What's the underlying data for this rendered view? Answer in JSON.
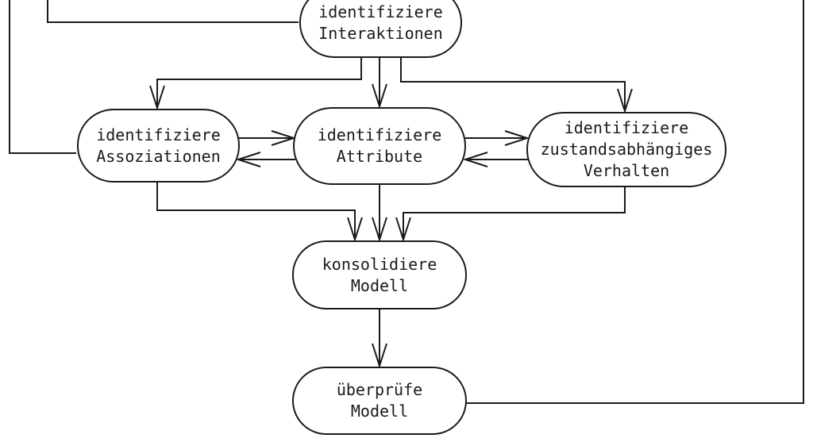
{
  "diagram": {
    "type": "flowchart",
    "language": "de",
    "background_color": "#ffffff",
    "stroke_color": "#1a1a1a",
    "nodes": [
      {
        "id": "identifiziere-interaktionen",
        "label": "identifiziere\nInteraktionen"
      },
      {
        "id": "identifiziere-assoziationen",
        "label": "identifiziere\nAssoziationen"
      },
      {
        "id": "identifiziere-attribute",
        "label": "identifiziere\nAttribute"
      },
      {
        "id": "identifiziere-zustandsabhaengiges-verhalten",
        "label": "identifiziere\nzustandsabhängiges\nVerhalten"
      },
      {
        "id": "konsolidiere-modell",
        "label": "konsolidiere\nModell"
      },
      {
        "id": "ueberpruefe-modell",
        "label": "überprüfe\nModell"
      }
    ],
    "edges": [
      {
        "from": "offscreen-top",
        "to": "identifiziere-interaktionen",
        "arrowhead": false,
        "enters": "left"
      },
      {
        "from": "offscreen-top",
        "to": "identifiziere-assoziationen",
        "arrowhead": false,
        "enters": "left"
      },
      {
        "from": "identifiziere-interaktionen",
        "to": "identifiziere-assoziationen",
        "arrowhead": true,
        "enters": "top"
      },
      {
        "from": "identifiziere-interaktionen",
        "to": "identifiziere-attribute",
        "arrowhead": true,
        "enters": "top"
      },
      {
        "from": "identifiziere-interaktionen",
        "to": "identifiziere-zustandsabhaengiges-verhalten",
        "arrowhead": true,
        "enters": "top"
      },
      {
        "from": "identifiziere-assoziationen",
        "to": "identifiziere-attribute",
        "arrowhead": true,
        "enters": "left"
      },
      {
        "from": "identifiziere-attribute",
        "to": "identifiziere-assoziationen",
        "arrowhead": true,
        "enters": "right"
      },
      {
        "from": "identifiziere-attribute",
        "to": "identifiziere-zustandsabhaengiges-verhalten",
        "arrowhead": true,
        "enters": "left"
      },
      {
        "from": "identifiziere-zustandsabhaengiges-verhalten",
        "to": "identifiziere-attribute",
        "arrowhead": true,
        "enters": "right"
      },
      {
        "from": "identifiziere-assoziationen",
        "to": "konsolidiere-modell",
        "arrowhead": true,
        "enters": "top"
      },
      {
        "from": "identifiziere-attribute",
        "to": "konsolidiere-modell",
        "arrowhead": true,
        "enters": "top"
      },
      {
        "from": "identifiziere-zustandsabhaengiges-verhalten",
        "to": "konsolidiere-modell",
        "arrowhead": true,
        "enters": "top"
      },
      {
        "from": "konsolidiere-modell",
        "to": "ueberpruefe-modell",
        "arrowhead": true,
        "enters": "top"
      },
      {
        "from": "ueberpruefe-modell",
        "to": "offscreen-top",
        "arrowhead": false,
        "exits": "right"
      }
    ]
  }
}
